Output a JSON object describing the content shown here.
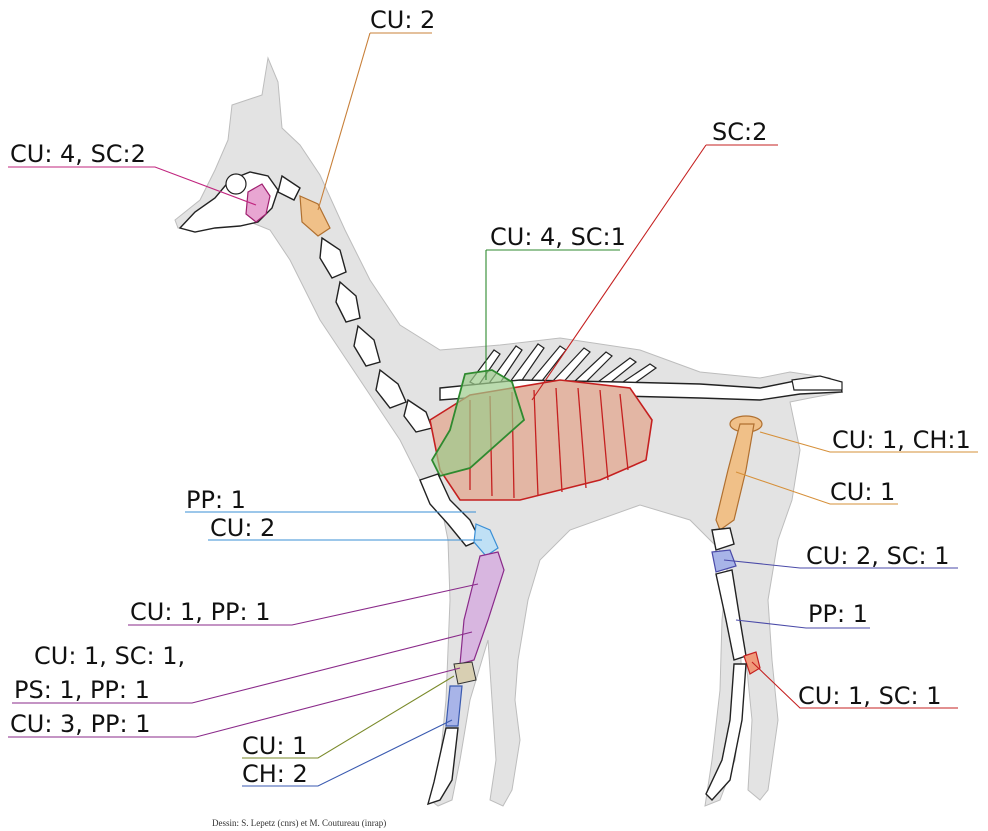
{
  "credit": "Dessin: S. Lepetz (cnrs) et M. Coutureau (inrap)",
  "labels": [
    {
      "id": "skull",
      "text": "CU: 4, SC:2",
      "color": "#c0247e"
    },
    {
      "id": "neck",
      "text": "CU: 2",
      "color": "#c8803a"
    },
    {
      "id": "ribs",
      "text": "SC:2",
      "color": "#c52020"
    },
    {
      "id": "scapula",
      "text": "CU: 4, SC:1",
      "color": "#2f8a2f"
    },
    {
      "id": "pelvis",
      "text": "CU: 1, CH:1",
      "color": "#d6903a"
    },
    {
      "id": "femur",
      "text": "CU: 1",
      "color": "#d6903a"
    },
    {
      "id": "humerus-pp",
      "text": "PP: 1",
      "color": "#3a8fd6"
    },
    {
      "id": "humerus-cu",
      "text": "CU: 2",
      "color": "#3a8fd6"
    },
    {
      "id": "tibia",
      "text": "CU: 2, SC: 1",
      "color": "#4a4aa8"
    },
    {
      "id": "radius",
      "text": "CU: 1, PP: 1",
      "color": "#8a2a8a"
    },
    {
      "id": "ulna-1",
      "text": "CU: 1, SC: 1,",
      "color": "#8a2a8a"
    },
    {
      "id": "ulna-2",
      "text": "PS: 1, PP: 1",
      "color": "#8a2a8a"
    },
    {
      "id": "hind-shaft",
      "text": "PP: 1",
      "color": "#4a4aa8"
    },
    {
      "id": "carpal",
      "text": "CU: 3, PP: 1",
      "color": "#8a2a8a"
    },
    {
      "id": "tarsal",
      "text": "CU: 1, SC: 1",
      "color": "#c52020"
    },
    {
      "id": "metacarpal-cu",
      "text": "CU: 1",
      "color": "#7a8a2a"
    },
    {
      "id": "metacarpal-ch",
      "text": "CH: 2",
      "color": "#3a5ab0"
    }
  ]
}
